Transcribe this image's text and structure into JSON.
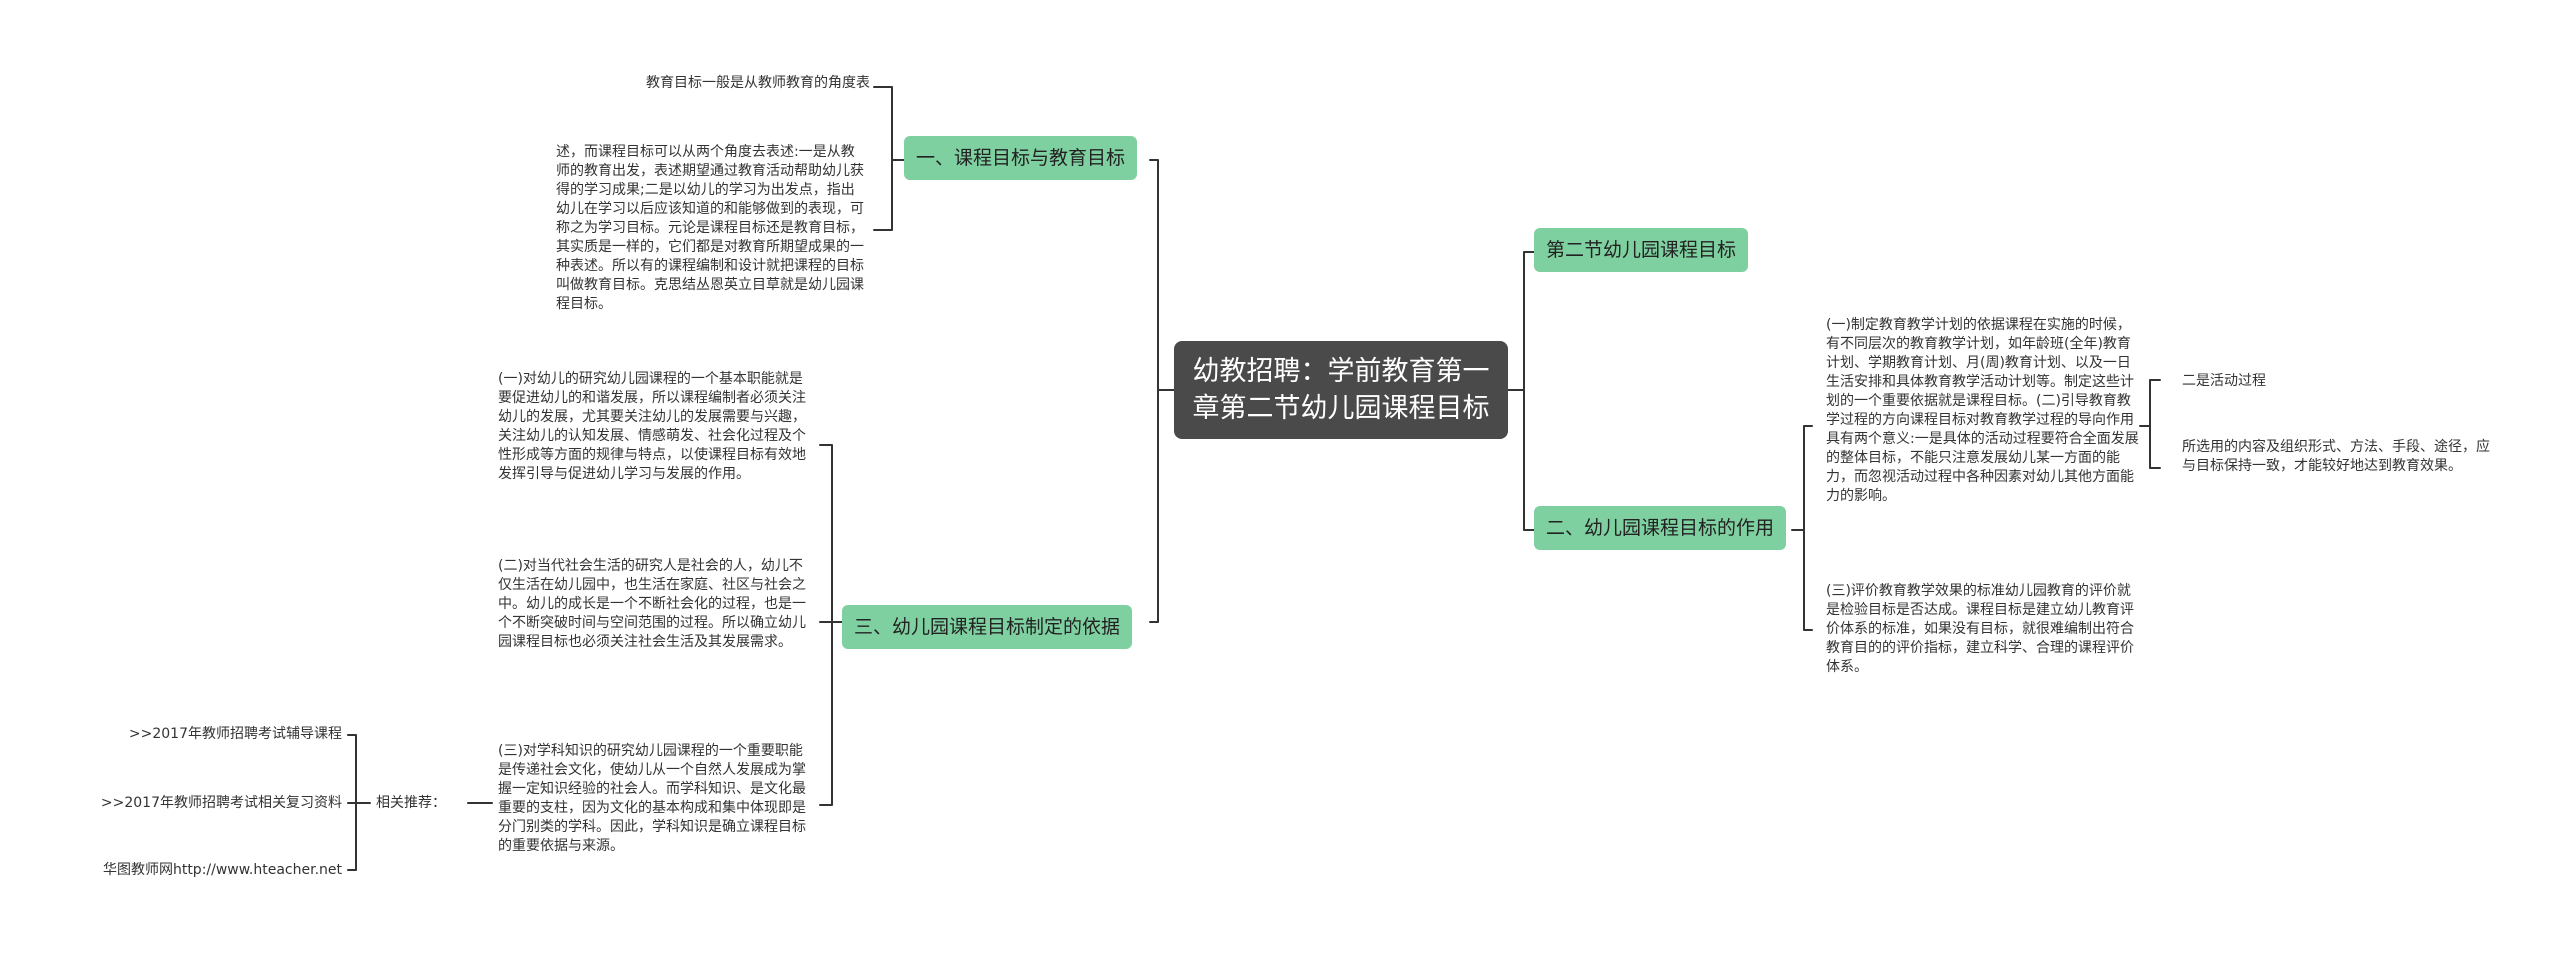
{
  "root": {
    "title": "幼教招聘：学前教育第一章第二节幼儿园课程目标"
  },
  "left": {
    "branch1": {
      "label": "一、课程目标与教育目标",
      "leaf1": "教育目标一般是从教师教育的角度表",
      "leaf2": "述，而课程目标可以从两个角度去表述:一是从教师的教育出发，表述期望通过教育活动帮助幼儿获得的学习成果;二是以幼儿的学习为出发点，指出幼儿在学习以后应该知道的和能够做到的表现，可称之为学习目标。元论是课程目标还是教育目标，其实质是一样的，它们都是对教育所期望成果的一种表述。所以有的课程编制和设计就把课程的目标叫做教育目标。克思结丛恩英立目草就是幼儿园课程目标。"
    },
    "branch3": {
      "label": "三、幼儿园课程目标制定的依据",
      "leaf1": "(一)对幼儿的研究幼儿园课程的一个基本职能就是要促进幼儿的和谐发展，所以课程编制者必须关注幼儿的发展，尤其要关注幼儿的发展需要与兴趣，关注幼儿的认知发展、情感萌发、社会化过程及个性形成等方面的规律与特点，以使课程目标有效地发挥引导与促进幼儿学习与发展的作用。",
      "leaf2": "(二)对当代社会生活的研究人是社会的人，幼儿不仅生活在幼儿园中，也生活在家庭、社区与社会之中。幼儿的成长是一个不断社会化的过程，也是一个不断突破时间与空间范围的过程。所以确立幼儿园课程目标也必须关注社会生活及其发展需求。",
      "leaf3": "(三)对学科知识的研究幼儿园课程的一个重要职能是传递社会文化，使幼儿从一个自然人发展成为掌握一定知识经验的社会人。而学科知识、是文化最重要的支柱，因为文化的基本构成和集中体现即是分门别类的学科。因此，学科知识是确立课程目标的重要依据与来源。"
    },
    "related": {
      "label": "相关推荐：",
      "items": [
        ">>2017年教师招聘考试辅导课程",
        ">>2017年教师招聘考试相关复习资料",
        "华图教师网http://www.hteacher.net"
      ]
    }
  },
  "right": {
    "section2": {
      "label": "第二节幼儿园课程目标"
    },
    "branch2": {
      "label": "二、幼儿园课程目标的作用",
      "leaf1": "(一)制定教育教学计划的依据课程在实施的时候，有不同层次的教育教学计划，如年龄班(全年)教育计划、学期教育计划、月(周)教育计划、以及一日生活安排和具体教育教学活动计划等。制定这些计划的一个重要依据就是课程目标。(二)引导教育教学过程的方向课程目标对教育教学过程的导向作用具有两个意义:一是具体的活动过程要符合全面发展的整体目标，不能只注意发展幼儿某一方面的能力，而忽视活动过程中各种因素对幼儿其他方面能力的影响。",
      "sub1": "二是活动过程",
      "sub2": "所选用的内容及组织形式、方法、手段、途径，应与目标保持一致，才能较好地达到教育效果。",
      "leaf2": "(三)评价教育教学效果的标准幼儿园教育的评价就是检验目标是否达成。课程目标是建立幼儿教育评价体系的标准，如果没有目标，就很难编制出符合教育目的的评价指标，建立科学、合理的课程评价体系。"
    }
  },
  "colors": {
    "root_bg": "#4a4a4a",
    "branch_bg": "#7fd0a0",
    "line": "#333333"
  }
}
